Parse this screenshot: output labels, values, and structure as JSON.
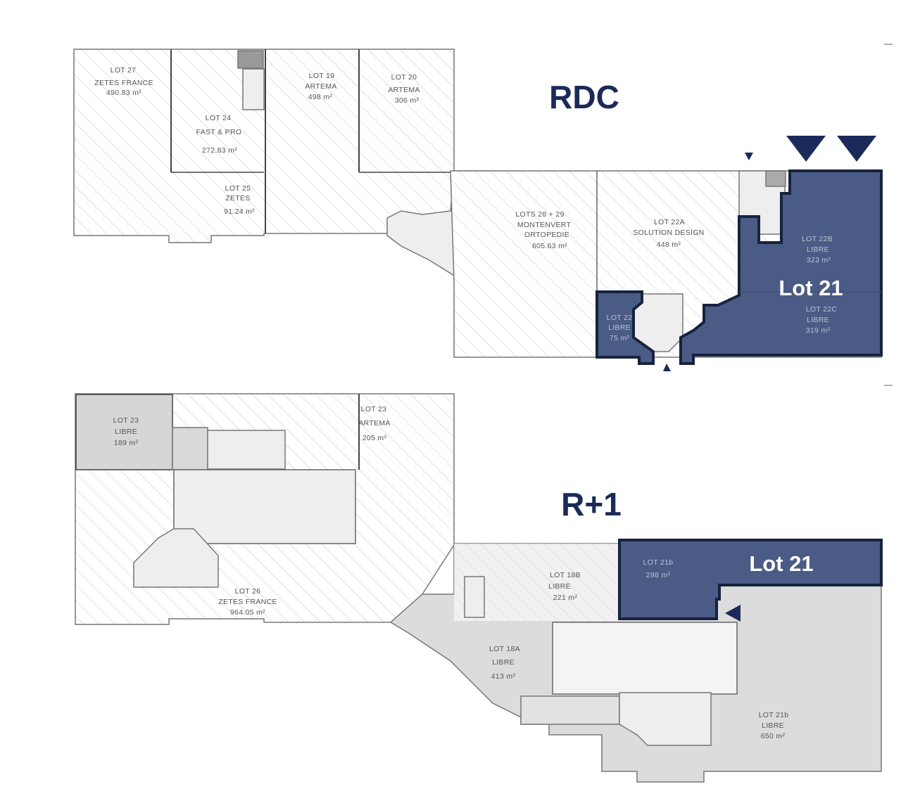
{
  "floors": [
    {
      "title": "RDC",
      "highlight_label": "Lot 21",
      "lots": [
        {
          "lot": "LOT 27",
          "tenant": "ZETES FRANCE",
          "area": "490.83 m²"
        },
        {
          "lot": "LOT 24",
          "tenant": "FAST & PRO",
          "area": "272.83 m²"
        },
        {
          "lot": "LOT 25",
          "tenant": "ZETES",
          "area": "91.24 m²"
        },
        {
          "lot": "LOT 19",
          "tenant": "ARTEMA",
          "area": "498 m²"
        },
        {
          "lot": "LOT 20",
          "tenant": "ARTEMA",
          "area": "306 m²"
        },
        {
          "lot": "LOTS 28 + 29",
          "tenant": "MONTENVERT",
          "tenant2": "ORTOPEDIE",
          "area": "605.63 m²"
        },
        {
          "lot": "LOT 22A",
          "tenant": "SOLUTION DESIGN",
          "area": "448 m²"
        },
        {
          "lot": "LOT 22B",
          "tenant": "LIBRE",
          "area": "323 m²"
        },
        {
          "lot": "LOT 22C",
          "tenant": "LIBRE",
          "area": "319 m²"
        },
        {
          "lot": "LOT 22",
          "tenant": "LIBRE",
          "area": "75 m²"
        }
      ]
    },
    {
      "title": "R+1",
      "highlight_label": "Lot 21",
      "lots": [
        {
          "lot": "LOT 23",
          "tenant": "LIBRE",
          "area": "189 m²"
        },
        {
          "lot": "LOT 23",
          "tenant": "ARTEMA",
          "area": "205 m²"
        },
        {
          "lot": "LOT 26",
          "tenant": "ZETES FRANCE",
          "area": "964.05 m²"
        },
        {
          "lot": "LOT 18B",
          "tenant": "LIBRE",
          "area": "221 m²"
        },
        {
          "lot": "LOT 21b",
          "area": "298 m²"
        },
        {
          "lot": "LOT 18A",
          "tenant": "LIBRE",
          "area": "413 m²"
        },
        {
          "lot": "LOT 21b",
          "tenant": "LIBRE",
          "area": "650 m²"
        }
      ]
    }
  ],
  "colors": {
    "highlight_fill": "#4a5c85",
    "highlight_outline": "#16223f",
    "title": "#1b2a58",
    "vacant_gray": "#d6d6d6"
  },
  "icons": [
    "entrance-arrow-down-icon",
    "entrance-arrow-up-icon",
    "entrance-arrow-left-icon"
  ]
}
